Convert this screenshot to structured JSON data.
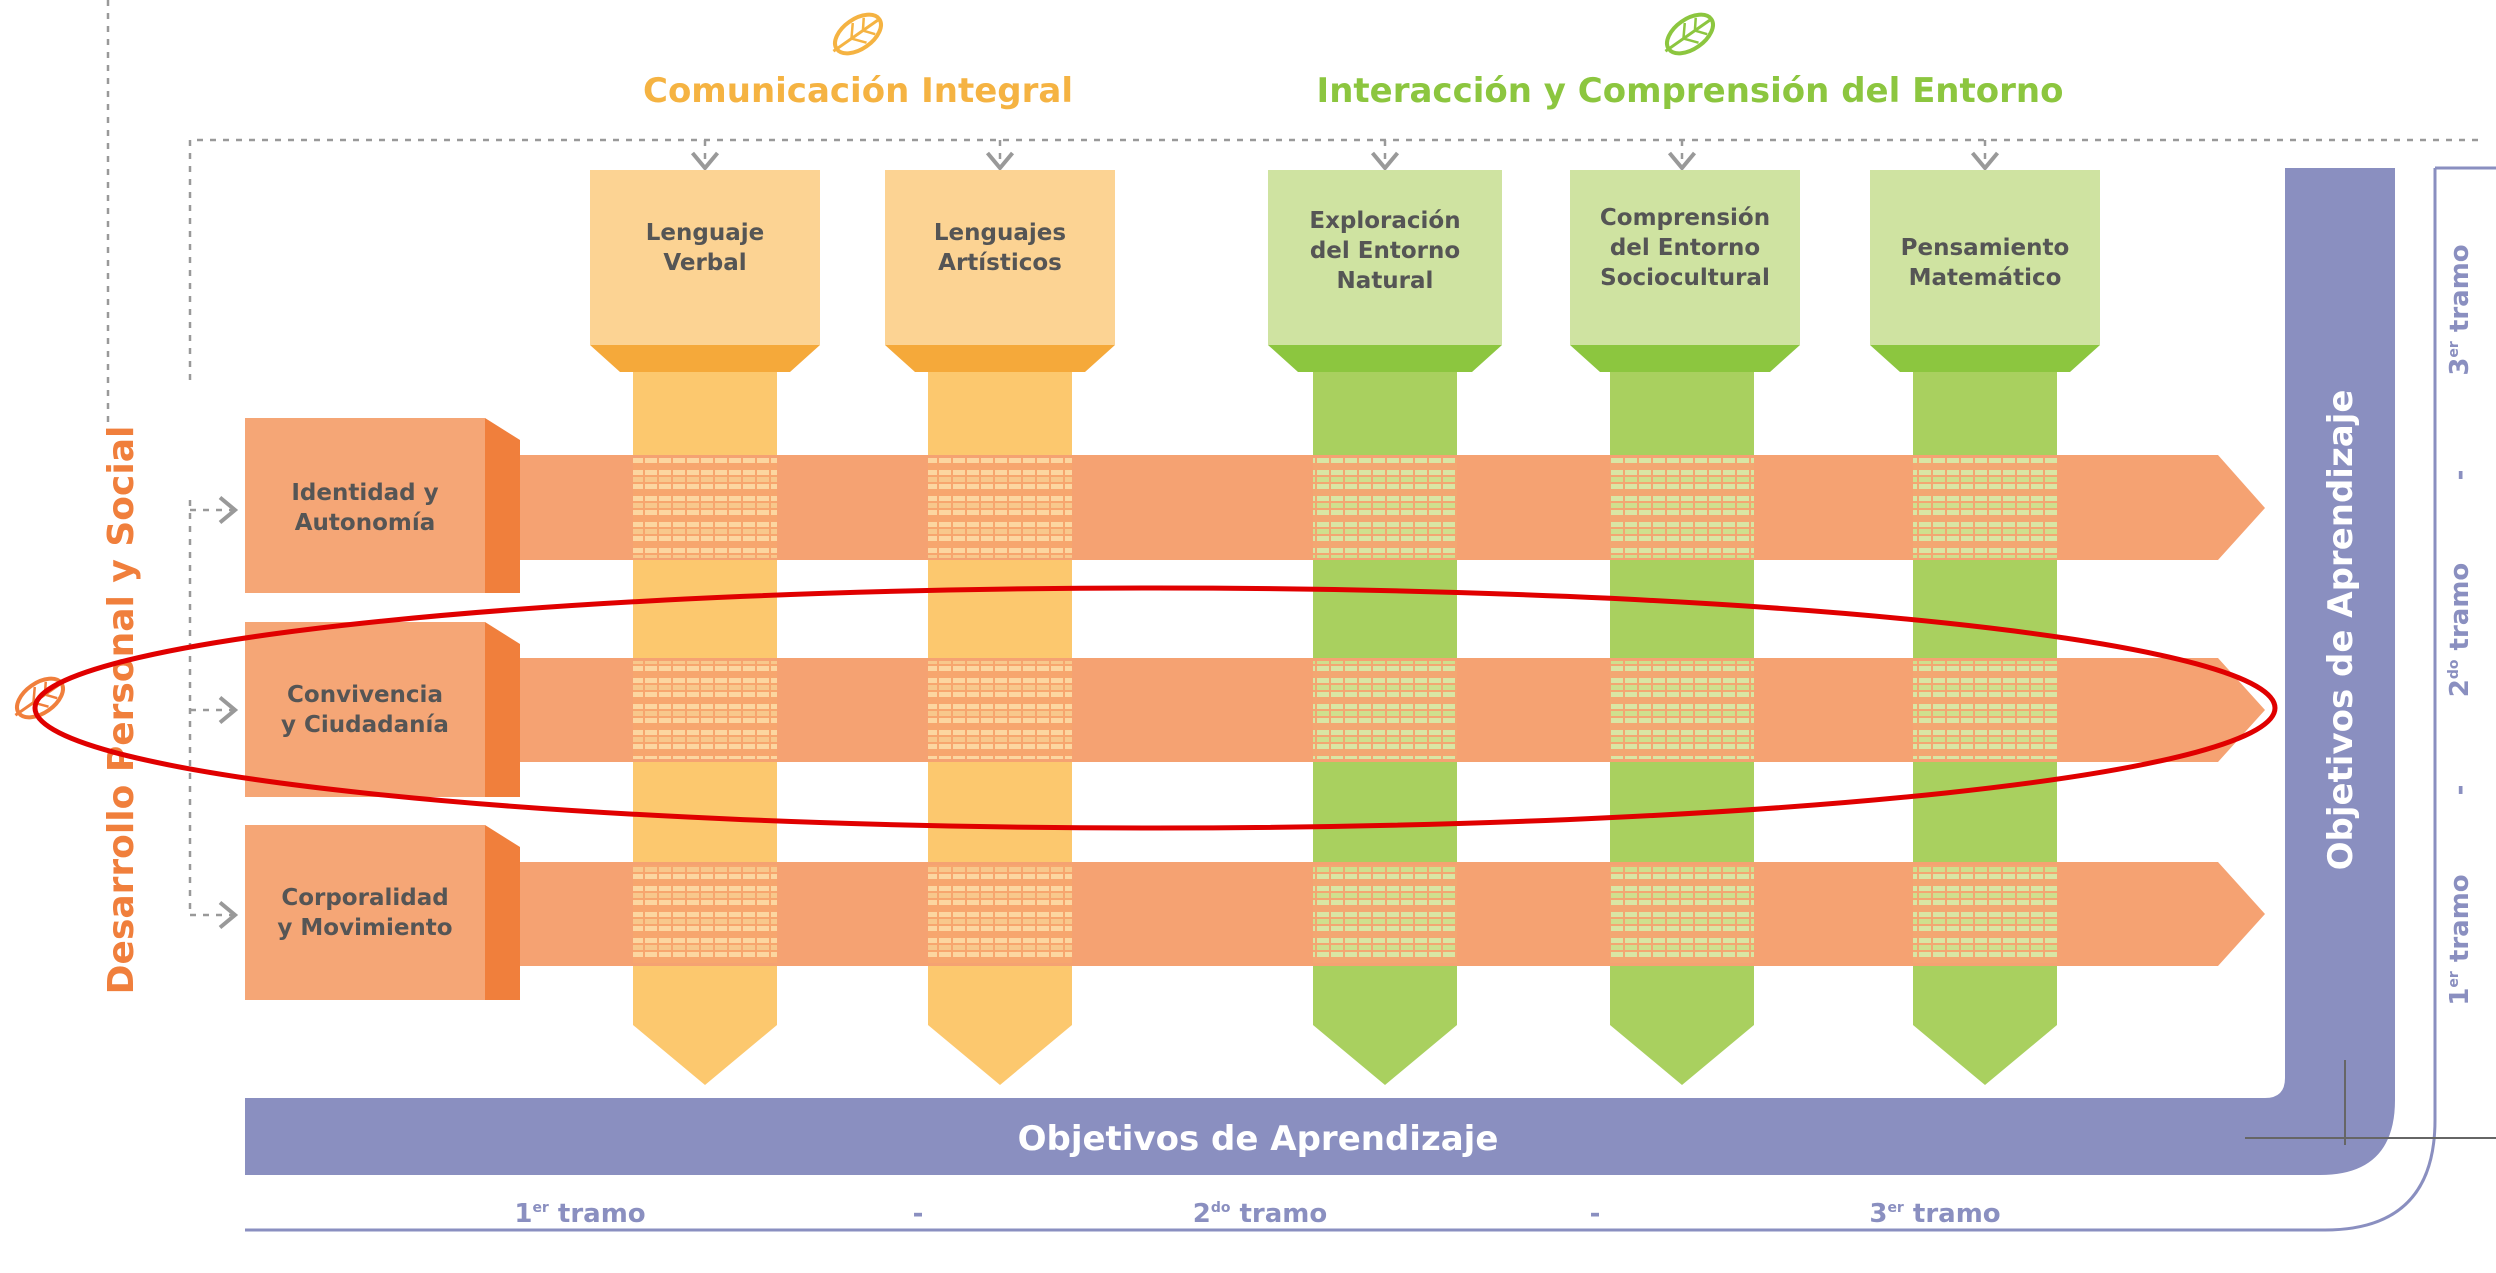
{
  "nucleos": {
    "comunicacion": "Comunicación Integral",
    "interaccion": "Interacción y Comprensión del Entorno",
    "desarrollo": "Desarrollo Personal y Social"
  },
  "columns": [
    {
      "lines": [
        "Lenguaje",
        "Verbal"
      ]
    },
    {
      "lines": [
        "Lenguajes",
        "Artísticos"
      ]
    },
    {
      "lines": [
        "Exploración",
        "del Entorno",
        "Natural"
      ]
    },
    {
      "lines": [
        "Comprensión",
        "del Entorno",
        "Sociocultural"
      ]
    },
    {
      "lines": [
        "Pensamiento",
        "Matemático"
      ]
    }
  ],
  "rows": [
    {
      "lines": [
        "Identidad y",
        "Autonomía"
      ]
    },
    {
      "lines": [
        "Convivencia",
        "y Ciudadanía"
      ]
    },
    {
      "lines": [
        "Corporalidad",
        "y Movimiento"
      ]
    }
  ],
  "objetivos": {
    "bottom_title": "Objetivos de Aprendizaje",
    "right_title": "Objetivos de Aprendizaje",
    "tramos": [
      {
        "num": "1",
        "sup": "er",
        "word": "tramo"
      },
      {
        "num": "2",
        "sup": "do",
        "word": "tramo"
      },
      {
        "num": "3",
        "sup": "er",
        "word": "tramo"
      }
    ],
    "separator": "-"
  },
  "colors": {
    "comunicacion": "#f5b342",
    "interaccion": "#8cc63f",
    "desarrollo": "#f07f3c",
    "objetivos": "#8a8fc0",
    "highlight": "#e00000"
  }
}
